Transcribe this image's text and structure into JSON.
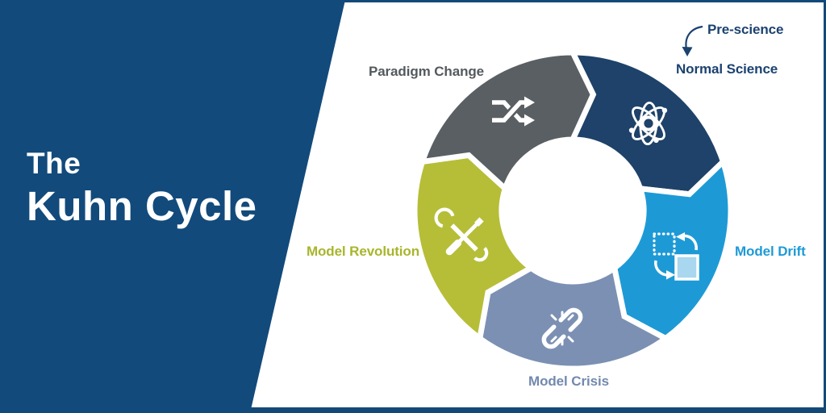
{
  "header": {
    "title_line1": "The",
    "title_line2": "Kuhn Cycle"
  },
  "colors": {
    "panel_navy": "#124A7B",
    "frame_border": "#134978",
    "background": "#FFFFFF",
    "gap_white": "#FFFFFF",
    "drift_square_fill": "#A9D7EF",
    "pre_science_arrow": "#1B4270"
  },
  "cycle": {
    "pre_science_label": "Pre-science",
    "direction": "clockwise",
    "segments": [
      {
        "id": "normal-science",
        "label": "Normal Science",
        "color": "#1E4269",
        "label_color": "#1B4270",
        "icon": "atom-icon"
      },
      {
        "id": "model-drift",
        "label": "Model Drift",
        "color": "#1D9AD6",
        "label_color": "#1D9AD6",
        "icon": "drift-icon"
      },
      {
        "id": "model-crisis",
        "label": "Model Crisis",
        "color": "#7B90B3",
        "label_color": "#7289AE",
        "icon": "crisis-icon"
      },
      {
        "id": "model-revolution",
        "label": "Model Revolution",
        "color": "#B6BE38",
        "label_color": "#A8B52B",
        "icon": "revolution-icon"
      },
      {
        "id": "paradigm-change",
        "label": "Paradigm Change",
        "color": "#595F63",
        "label_color": "#54595D",
        "icon": "shuffle-icon"
      }
    ]
  }
}
